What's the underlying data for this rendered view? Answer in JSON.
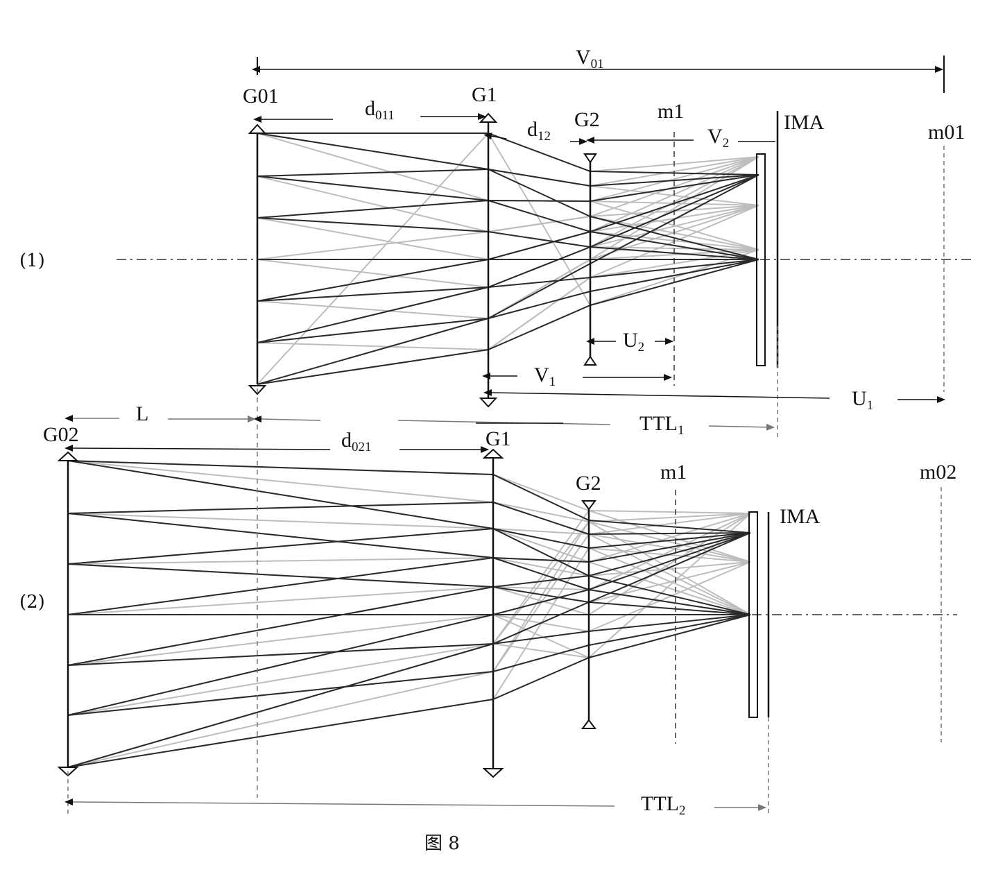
{
  "colors": {
    "ray_dark": "#2a2a2a",
    "ray_light": "#bdbdbd",
    "line": "#111111",
    "dim_arrow": "#777777",
    "axis": "#333333"
  },
  "diagram1": {
    "tag": "(1)",
    "V01": {
      "main": "V",
      "sub": "01"
    },
    "G01": "G01",
    "d011": {
      "main": "d",
      "sub": "011"
    },
    "G1": "G1",
    "d12": {
      "main": "d",
      "sub": "12"
    },
    "G2": "G2",
    "m1": "m1",
    "V2": {
      "main": "V",
      "sub": "2"
    },
    "IMA": "IMA",
    "m01": "m01",
    "U2": {
      "main": "U",
      "sub": "2"
    },
    "V1": {
      "main": "V",
      "sub": "1"
    },
    "U1": {
      "main": "U",
      "sub": "1"
    },
    "TTL1": {
      "main": "TTL",
      "sub": "1"
    }
  },
  "diagram2": {
    "tag": "(2)",
    "L": "L",
    "G02": "G02",
    "d021": {
      "main": "d",
      "sub": "021"
    },
    "G1": "G1",
    "G2": "G2",
    "m1": "m1",
    "m02": "m02",
    "IMA": "IMA",
    "TTL2": {
      "main": "TTL",
      "sub": "2"
    }
  },
  "caption": "图 8"
}
